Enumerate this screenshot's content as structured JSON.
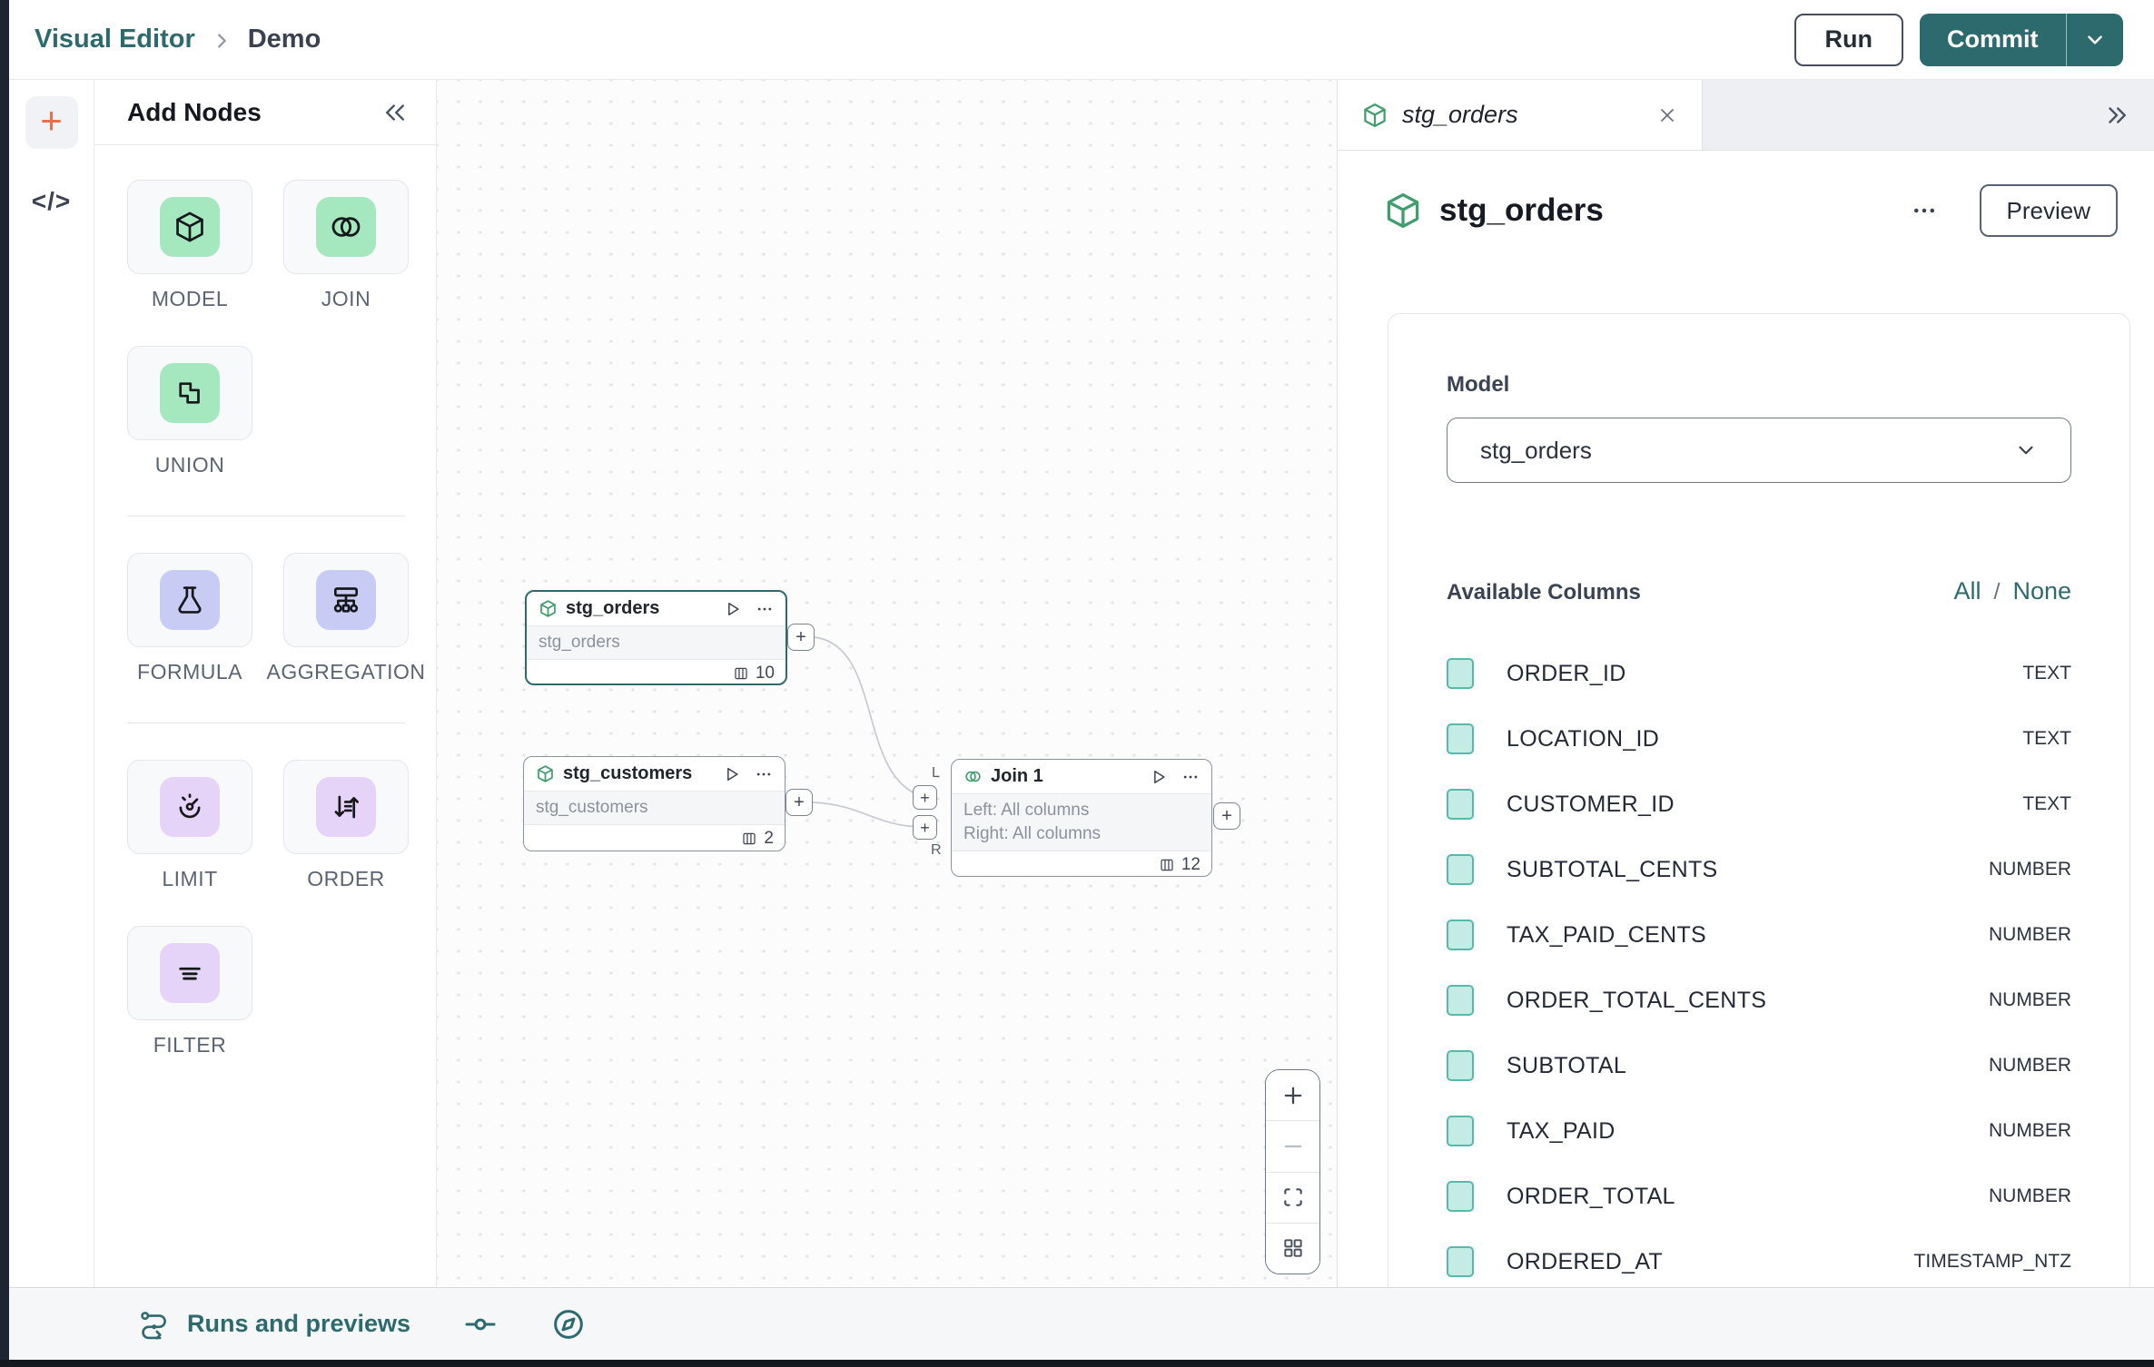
{
  "colors": {
    "accent": "#2D6A6E",
    "node_green": "#3E9E6E",
    "tile_green": "#A5E8C0",
    "tile_lavender": "#C8CCF5",
    "tile_purple": "#E5D4F7",
    "checkbox_fill": "#C4ECE5",
    "checkbox_border": "#55BAAC",
    "add_plus_orange": "#E96F4F"
  },
  "header": {
    "breadcrumb_app": "Visual Editor",
    "breadcrumb_page": "Demo",
    "run": "Run",
    "commit": "Commit"
  },
  "left_rail": {
    "add_glyph": "+",
    "code_glyph": "</>"
  },
  "palette": {
    "title": "Add Nodes",
    "groups": [
      {
        "items": [
          {
            "label": "MODEL",
            "icon": "cube-icon"
          },
          {
            "label": "JOIN",
            "icon": "join-circles-icon"
          },
          {
            "label": "UNION",
            "icon": "union-shapes-icon"
          }
        ]
      },
      {
        "items": [
          {
            "label": "FORMULA",
            "icon": "flask-icon"
          },
          {
            "label": "AGGREGATION",
            "icon": "aggregation-tree-icon"
          }
        ]
      },
      {
        "items": [
          {
            "label": "LIMIT",
            "icon": "gauge-icon"
          },
          {
            "label": "ORDER",
            "icon": "sort-arrows-icon"
          },
          {
            "label": "FILTER",
            "icon": "filter-lines-icon"
          }
        ]
      }
    ]
  },
  "canvas": {
    "plus_glyph": "+",
    "nodes": {
      "stg_orders": {
        "title": "stg_orders",
        "subtitle": "stg_orders",
        "column_count": "10"
      },
      "stg_customers": {
        "title": "stg_customers",
        "subtitle": "stg_customers",
        "column_count": "2"
      },
      "join1": {
        "title": "Join 1",
        "line1": "Left: All columns",
        "line2": "Right: All columns",
        "column_count": "12",
        "port_left": "L",
        "port_right": "R"
      }
    }
  },
  "right_panel": {
    "tab": {
      "title": "stg_orders"
    },
    "header": {
      "title": "stg_orders",
      "preview": "Preview"
    },
    "model_section": {
      "label": "Model",
      "value": "stg_orders"
    },
    "columns_section": {
      "label": "Available Columns",
      "all": "All",
      "sep": "/",
      "none": "None",
      "rows": [
        {
          "name": "ORDER_ID",
          "type": "TEXT"
        },
        {
          "name": "LOCATION_ID",
          "type": "TEXT"
        },
        {
          "name": "CUSTOMER_ID",
          "type": "TEXT"
        },
        {
          "name": "SUBTOTAL_CENTS",
          "type": "NUMBER"
        },
        {
          "name": "TAX_PAID_CENTS",
          "type": "NUMBER"
        },
        {
          "name": "ORDER_TOTAL_CENTS",
          "type": "NUMBER"
        },
        {
          "name": "SUBTOTAL",
          "type": "NUMBER"
        },
        {
          "name": "TAX_PAID",
          "type": "NUMBER"
        },
        {
          "name": "ORDER_TOTAL",
          "type": "NUMBER"
        },
        {
          "name": "ORDERED_AT",
          "type": "TIMESTAMP_NTZ"
        }
      ]
    }
  },
  "bottom_bar": {
    "runs_label": "Runs and previews"
  }
}
